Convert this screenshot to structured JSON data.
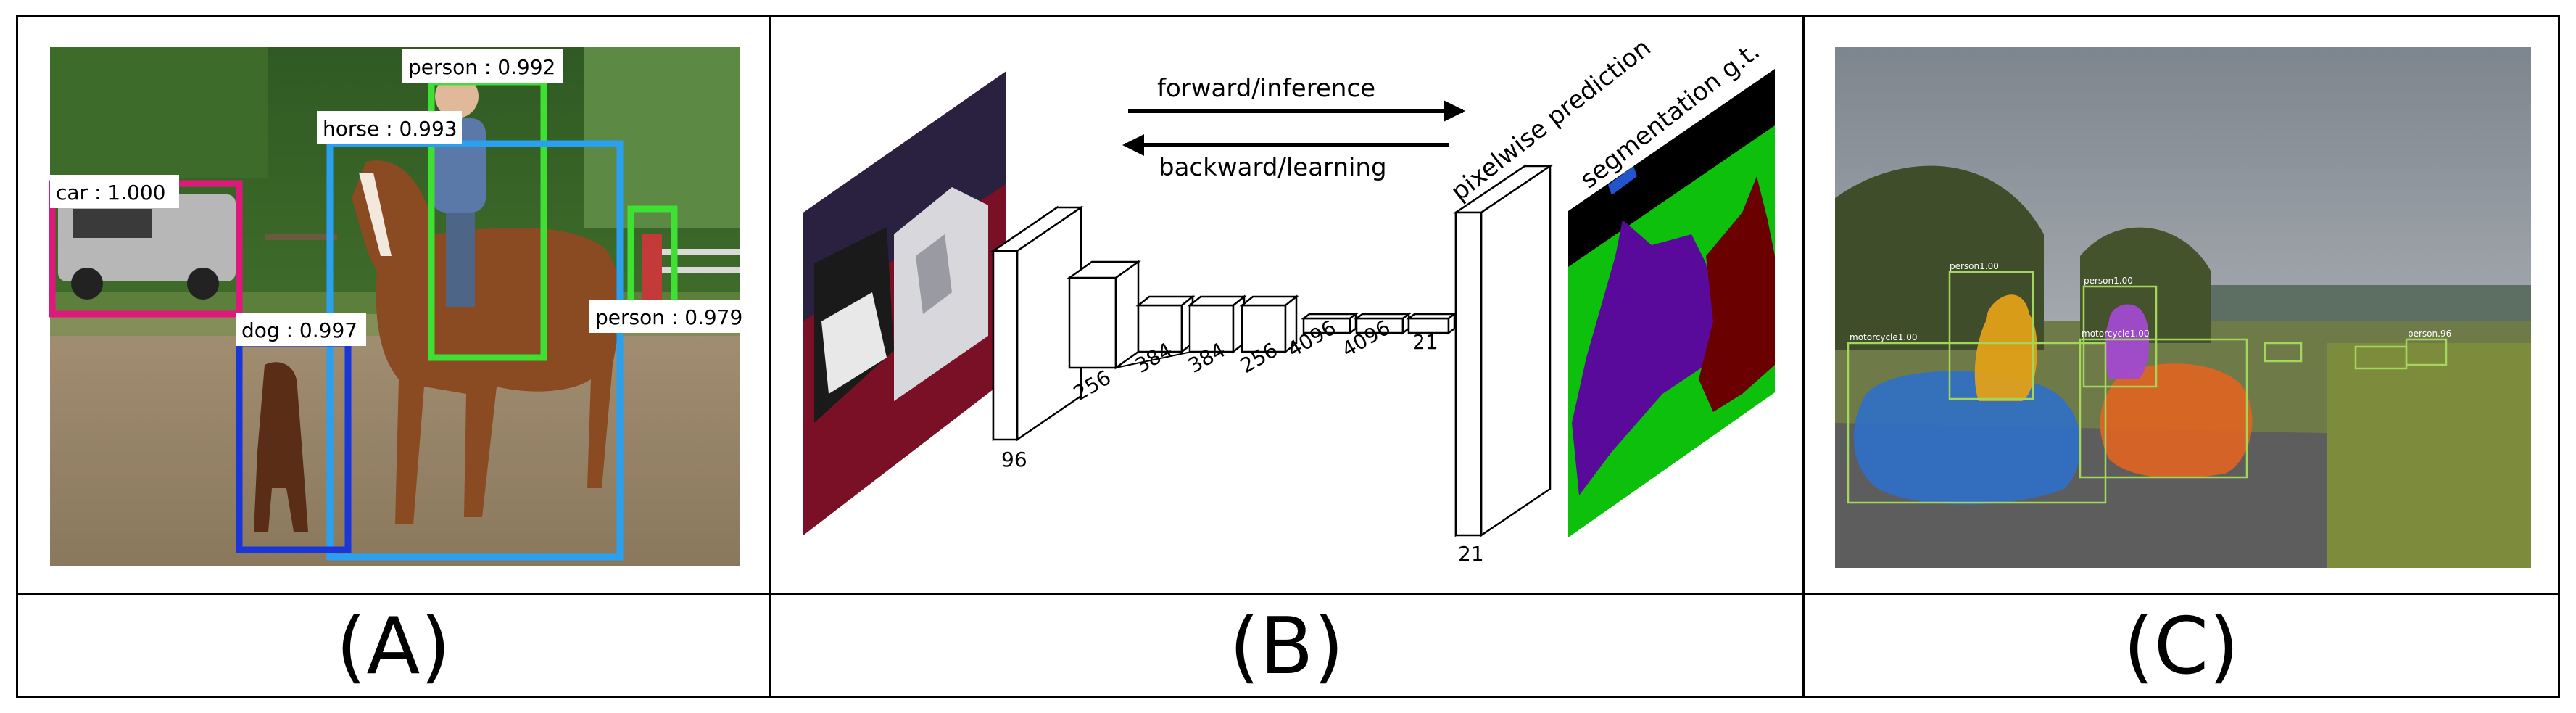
{
  "panels": {
    "a": {
      "caption": "(A)",
      "detections": [
        {
          "label": "car : 1.000",
          "color": "#e0187c"
        },
        {
          "label": "person : 0.992",
          "color": "#3ee033"
        },
        {
          "label": "horse : 0.993",
          "color": "#2aa0f0"
        },
        {
          "label": "dog : 0.997",
          "color": "#1a35d8"
        },
        {
          "label": "person : 0.979",
          "color": "#3ee033"
        }
      ]
    },
    "b": {
      "caption": "(B)",
      "forward_label": "forward/inference",
      "backward_label": "backward/learning",
      "pixelwise_label": "pixelwise prediction",
      "gt_label": "segmentation g.t.",
      "layer_labels": [
        "96",
        "256",
        "384",
        "384",
        "256",
        "4096",
        "4096",
        "21"
      ],
      "output_label": "21"
    },
    "c": {
      "caption": "(C)",
      "labels": [
        "person1.00",
        "person1.00",
        "motorcycle1.00",
        "motorcycle1.00",
        "person.96"
      ]
    }
  },
  "colors": {
    "border": "#000000",
    "seg_purple": "#5a0a9a",
    "seg_maroon": "#6a0000",
    "seg_green": "#0cc00c",
    "seg_blue_boundary": "#2255cc"
  }
}
